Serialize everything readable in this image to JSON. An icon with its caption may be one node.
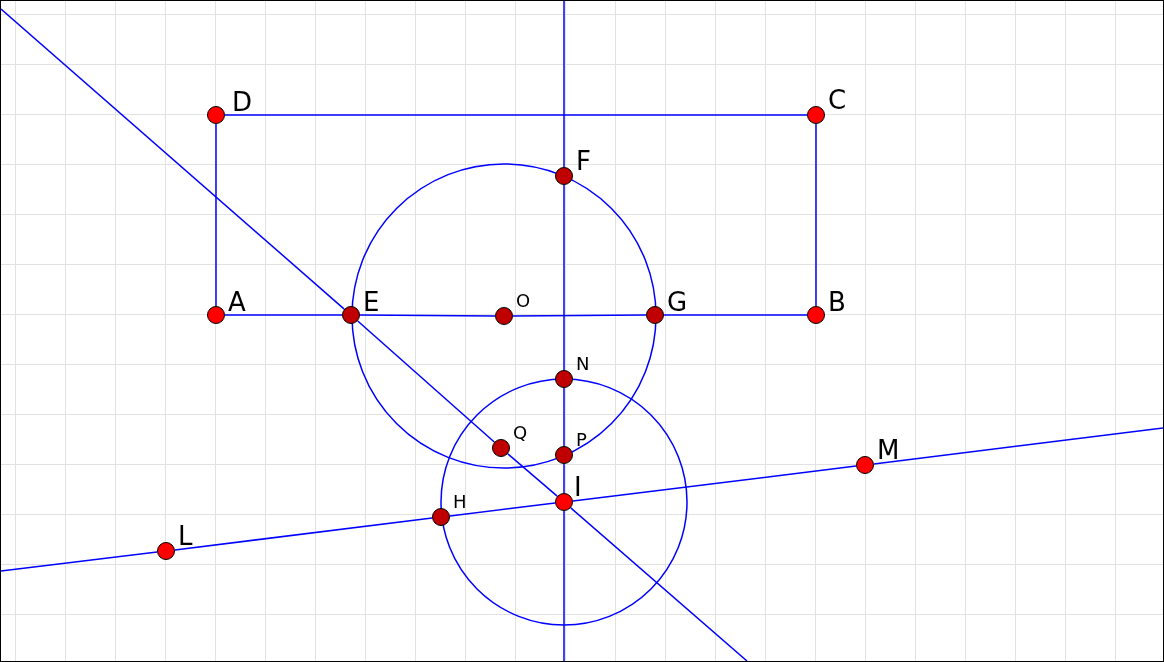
{
  "diagram": {
    "nodes": [
      {
        "text": [
          "D"
        ]
      },
      {
        "text": [
          "C"
        ]
      },
      {
        "text": [
          "F"
        ]
      },
      {
        "text": [
          "A"
        ]
      },
      {
        "text": [
          "E"
        ]
      },
      {
        "text": [
          "O"
        ]
      },
      {
        "text": [
          "G"
        ]
      },
      {
        "text": [
          "B"
        ]
      },
      {
        "text": [
          "N"
        ]
      },
      {
        "text": [
          "Q"
        ]
      },
      {
        "text": [
          "P"
        ]
      },
      {
        "text": [
          "I"
        ]
      },
      {
        "text": [
          "H"
        ]
      },
      {
        "text": [
          "L"
        ]
      },
      {
        "text": [
          "M"
        ]
      }
    ],
    "edges": [
      {
        "from": 0,
        "to": 1,
        "arrow": "none"
      },
      {
        "from": 0,
        "to": 3,
        "arrow": "none"
      },
      {
        "from": 1,
        "to": 7,
        "arrow": "none"
      },
      {
        "from": 3,
        "to": 4,
        "arrow": "none"
      },
      {
        "from": 4,
        "to": 5,
        "arrow": "none"
      },
      {
        "from": 5,
        "to": 6,
        "arrow": "none"
      },
      {
        "from": 6,
        "to": 7,
        "arrow": "none"
      },
      {
        "from": null,
        "to": 2,
        "arrow": "none"
      },
      {
        "from": 2,
        "to": 8,
        "arrow": "none"
      },
      {
        "from": 8,
        "to": 10,
        "arrow": "none"
      },
      {
        "from": 10,
        "to": 11,
        "arrow": "none"
      },
      {
        "from": 11,
        "to": null,
        "arrow": "none"
      },
      {
        "from": null,
        "to": 4,
        "arrow": "none"
      },
      {
        "from": 4,
        "to": 9,
        "arrow": "none"
      },
      {
        "from": 9,
        "to": 11,
        "arrow": "none"
      },
      {
        "from": 11,
        "to": null,
        "arrow": "none"
      },
      {
        "from": null,
        "to": 13,
        "arrow": "none"
      },
      {
        "from": 13,
        "to": 12,
        "arrow": "none"
      },
      {
        "from": 12,
        "to": 11,
        "arrow": "none"
      },
      {
        "from": 11,
        "to": 14,
        "arrow": "none"
      },
      {
        "from": 14,
        "to": null,
        "arrow": "none"
      }
    ]
  }
}
